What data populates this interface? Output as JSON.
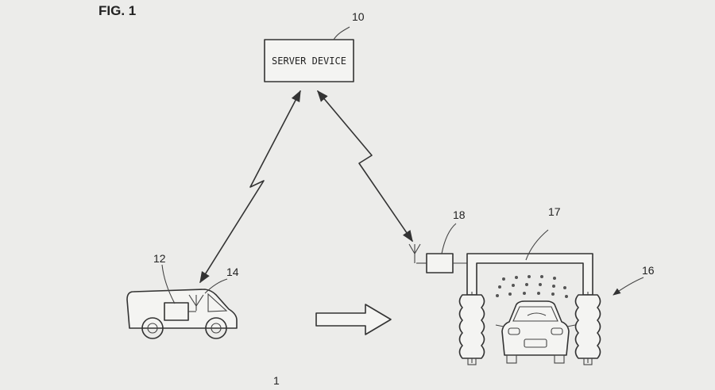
{
  "figure": {
    "title": "FIG. 1",
    "system_ref": "1"
  },
  "server": {
    "label": "SERVER DEVICE",
    "ref": "10"
  },
  "vehicle": {
    "ref": "14",
    "device_ref": "12"
  },
  "car_wash": {
    "ref": "16",
    "frame_ref": "17",
    "controller_ref": "18"
  },
  "icons": {
    "vehicle": "van-icon",
    "antenna": "antenna-icon",
    "car": "car-icon",
    "arrow": "hollow-arrow-icon"
  }
}
